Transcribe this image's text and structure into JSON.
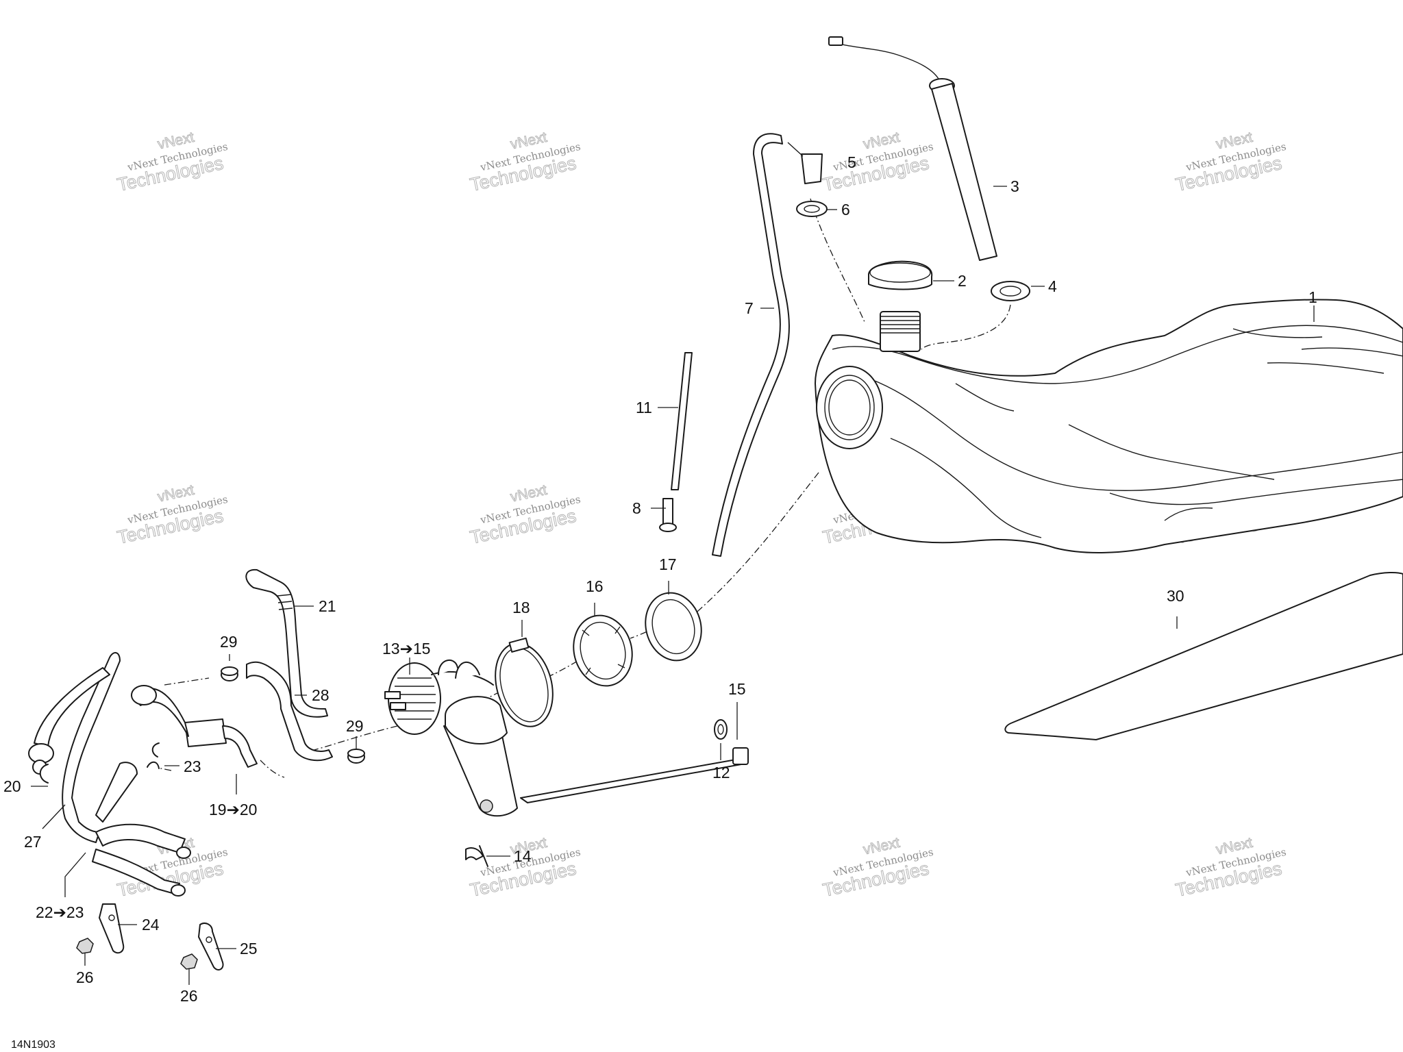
{
  "figure_code": "14N1903",
  "watermark": {
    "line1": "vNext Technologies",
    "line2": "vNext",
    "line3": "Technologies"
  },
  "callouts": {
    "c1": "1",
    "c2": "2",
    "c3": "3",
    "c4": "4",
    "c5": "5",
    "c6": "6",
    "c7": "7",
    "c8": "8",
    "c11": "11",
    "c12": "12",
    "c13": "13➔15",
    "c14": "14",
    "c15": "15",
    "c16": "16",
    "c17": "17",
    "c18": "18",
    "c19": "19➔20",
    "c20": "20",
    "c21": "21",
    "c22": "22➔23",
    "c23": "23",
    "c24": "24",
    "c25": "25",
    "c26a": "26",
    "c26b": "26",
    "c27": "27",
    "c28": "28",
    "c29a": "29",
    "c29b": "29",
    "c30": "30"
  }
}
